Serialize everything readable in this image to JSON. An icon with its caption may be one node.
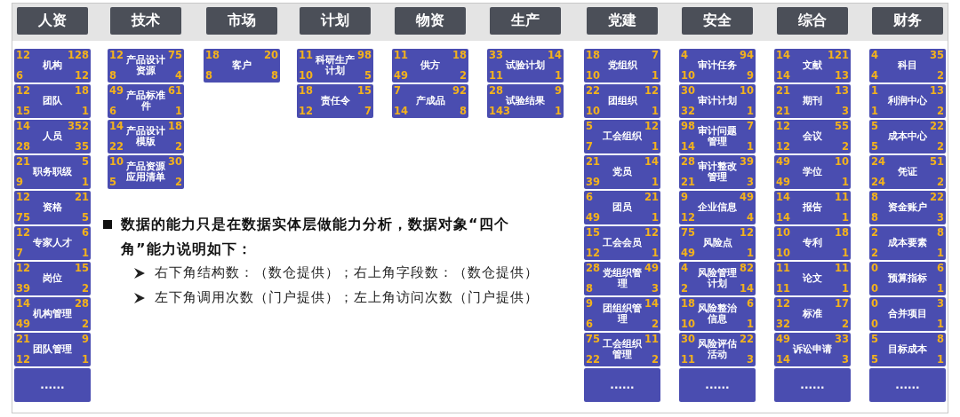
{
  "diagram": {
    "nodes": [
      {
        "text": [
          "人资"
        ]
      },
      {
        "text": [
          "技术"
        ]
      },
      {
        "text": [
          "市场"
        ]
      },
      {
        "text": [
          "计划"
        ]
      },
      {
        "text": [
          "物资"
        ]
      },
      {
        "text": [
          "生产"
        ]
      },
      {
        "text": [
          "党建"
        ]
      },
      {
        "text": [
          "安全"
        ]
      },
      {
        "text": [
          "综合"
        ]
      },
      {
        "text": [
          "财务"
        ]
      },
      {
        "text": [
          "机构",
          "12",
          "128",
          "6",
          "12"
        ]
      },
      {
        "text": [
          "团队",
          "12",
          "18",
          "15",
          "1"
        ]
      },
      {
        "text": [
          "人员",
          "14",
          "352",
          "28",
          "35"
        ]
      },
      {
        "text": [
          "职务职级",
          "21",
          "5",
          "9",
          "1"
        ]
      },
      {
        "text": [
          "资格",
          "12",
          "21",
          "75",
          "5"
        ]
      },
      {
        "text": [
          "专家人才",
          "12",
          "6",
          "7",
          "1"
        ]
      },
      {
        "text": [
          "岗位",
          "12",
          "15",
          "39",
          "2"
        ]
      },
      {
        "text": [
          "机构管理",
          "14",
          "28",
          "49",
          "2"
        ]
      },
      {
        "text": [
          "团队管理",
          "21",
          "9",
          "12",
          "1"
        ]
      },
      {
        "text": [
          "......"
        ]
      },
      {
        "text": [
          "产品设计资源",
          "12",
          "75",
          "8",
          "4"
        ]
      },
      {
        "text": [
          "产品标准件",
          "49",
          "61",
          "6",
          "1"
        ]
      },
      {
        "text": [
          "产品设计模版",
          "14",
          "18",
          "22",
          "2"
        ]
      },
      {
        "text": [
          "产品资源应用清单",
          "10",
          "30",
          "5",
          "2"
        ]
      },
      {
        "text": [
          "客户",
          "18",
          "20",
          "8",
          "8"
        ]
      },
      {
        "text": [
          "科研生产计划",
          "11",
          "98",
          "10",
          "5"
        ]
      },
      {
        "text": [
          "责任令",
          "18",
          "15",
          "12",
          "7"
        ]
      },
      {
        "text": [
          "供方",
          "11",
          "18",
          "49",
          "2"
        ]
      },
      {
        "text": [
          "产成品",
          "7",
          "92",
          "14",
          "8"
        ]
      },
      {
        "text": [
          "试验计划",
          "33",
          "14",
          "11",
          "1"
        ]
      },
      {
        "text": [
          "试验结果",
          "28",
          "9",
          "143",
          "1"
        ]
      },
      {
        "text": [
          "党组织",
          "18",
          "7",
          "10",
          "1"
        ]
      },
      {
        "text": [
          "团组织",
          "22",
          "12",
          "10",
          "1"
        ]
      },
      {
        "text": [
          "工会组织",
          "5",
          "12",
          "7",
          "1"
        ]
      },
      {
        "text": [
          "党员",
          "21",
          "14",
          "39",
          "1"
        ]
      },
      {
        "text": [
          "团员",
          "6",
          "21",
          "49",
          "1"
        ]
      },
      {
        "text": [
          "工会会员",
          "15",
          "12",
          "12",
          "1"
        ]
      },
      {
        "text": [
          "党组织管理",
          "28",
          "49",
          "8",
          "3"
        ]
      },
      {
        "text": [
          "团组织管理",
          "9",
          "14",
          "6",
          "2"
        ]
      },
      {
        "text": [
          "工会组织管理",
          "75",
          "11",
          "22",
          "2"
        ]
      },
      {
        "text": [
          "......"
        ]
      },
      {
        "text": [
          "审计任务",
          "4",
          "94",
          "10",
          "9"
        ]
      },
      {
        "text": [
          "审计计划",
          "30",
          "10",
          "32",
          "1"
        ]
      },
      {
        "text": [
          "审计问题管理",
          "98",
          "7",
          "14",
          "1"
        ]
      },
      {
        "text": [
          "审计整改管理",
          "28",
          "39",
          "21",
          "3"
        ]
      },
      {
        "text": [
          "企业信息",
          "9",
          "49",
          "12",
          "4"
        ]
      },
      {
        "text": [
          "风险点",
          "75",
          "12",
          "49",
          "1"
        ]
      },
      {
        "text": [
          "风险管理计划",
          "4",
          "82",
          "2",
          "14"
        ]
      },
      {
        "text": [
          "风险整治信息",
          "18",
          "6",
          "10",
          "1"
        ]
      },
      {
        "text": [
          "风险评估活动",
          "30",
          "22",
          "11",
          "3"
        ]
      },
      {
        "text": [
          "......"
        ]
      },
      {
        "text": [
          "文献",
          "14",
          "121",
          "14",
          "13"
        ]
      },
      {
        "text": [
          "期刊",
          "21",
          "13",
          "21",
          "3"
        ]
      },
      {
        "text": [
          "会议",
          "12",
          "55",
          "12",
          "2"
        ]
      },
      {
        "text": [
          "学位",
          "49",
          "10",
          "49",
          "1"
        ]
      },
      {
        "text": [
          "报告",
          "14",
          "11",
          "14",
          "1"
        ]
      },
      {
        "text": [
          "专利",
          "10",
          "18",
          "10",
          "1"
        ]
      },
      {
        "text": [
          "论文",
          "11",
          "11",
          "11",
          "1"
        ]
      },
      {
        "text": [
          "标准",
          "12",
          "17",
          "32",
          "2"
        ]
      },
      {
        "text": [
          "诉讼申请",
          "49",
          "33",
          "14",
          "3"
        ]
      },
      {
        "text": [
          "......"
        ]
      },
      {
        "text": [
          "科目",
          "4",
          "35",
          "4",
          "2"
        ]
      },
      {
        "text": [
          "利润中心",
          "1",
          "13",
          "1",
          "2"
        ]
      },
      {
        "text": [
          "成本中心",
          "5",
          "22",
          "5",
          "2"
        ]
      },
      {
        "text": [
          "凭证",
          "24",
          "51",
          "24",
          "2"
        ]
      },
      {
        "text": [
          "资金账户",
          "8",
          "22",
          "8",
          "3"
        ]
      },
      {
        "text": [
          "成本要素",
          "2",
          "8",
          "2",
          "1"
        ]
      },
      {
        "text": [
          "预算指标",
          "0",
          "6",
          "0",
          "1"
        ]
      },
      {
        "text": [
          "合并项目",
          "0",
          "3",
          "0",
          "1"
        ]
      },
      {
        "text": [
          "目标成本",
          "5",
          "8",
          "5",
          "1"
        ]
      },
      {
        "text": [
          "......"
        ]
      }
    ],
    "labels": [
      "数据的能力只是在数据实体层做能力分析，数据对象“四个角”能力说明如下：",
      "右下角结构数：（数仓提供）；右上角字段数：（数仓提供）",
      "左下角调用次数（门户提供）；左上角访问次数（门户提供）"
    ]
  }
}
